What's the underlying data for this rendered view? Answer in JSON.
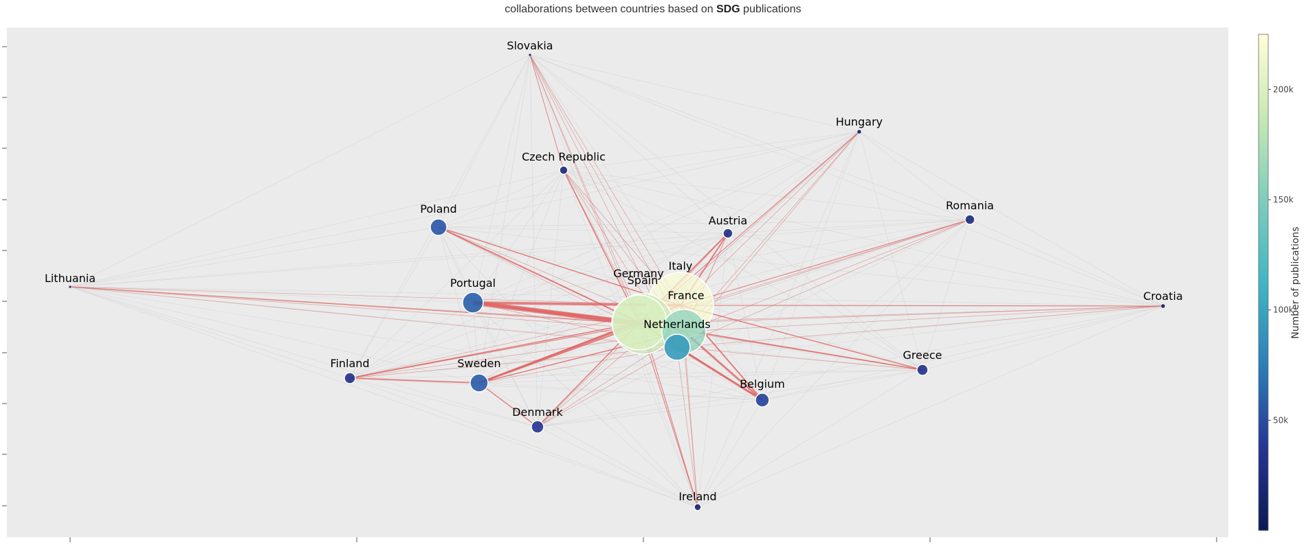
{
  "title": {
    "prefix": "collaborations between countries based on ",
    "bold": "SDG",
    "suffix": " publications"
  },
  "colorbar": {
    "title": "Number of publications",
    "ticks": [
      {
        "label": "50k",
        "value": 50000
      },
      {
        "label": "100k",
        "value": 100000
      },
      {
        "label": "150k",
        "value": 150000
      },
      {
        "label": "200k",
        "value": 200000
      }
    ],
    "min": 0,
    "max": 225000,
    "colors": [
      "#0b1a52",
      "#253494",
      "#2c7fb8",
      "#41b6c4",
      "#7fcdbb",
      "#c7e9b4",
      "#ffffd9"
    ]
  },
  "colors": {
    "plot_background": "#ebebeb",
    "strong_edge": "#e06666",
    "weak_edge": "#cccccc",
    "node_outline": "#ffffff"
  },
  "nodes": [
    {
      "id": "slovakia",
      "label": "Slovakia",
      "publications": 3000
    },
    {
      "id": "hungary",
      "label": "Hungary",
      "publications": 5000
    },
    {
      "id": "czech",
      "label": "Czech Republic",
      "publications": 22000
    },
    {
      "id": "poland",
      "label": "Poland",
      "publications": 55000
    },
    {
      "id": "austria",
      "label": "Austria",
      "publications": 28000
    },
    {
      "id": "romania",
      "label": "Romania",
      "publications": 25000
    },
    {
      "id": "lithuania",
      "label": "Lithuania",
      "publications": 2000
    },
    {
      "id": "portugal",
      "label": "Portugal",
      "publications": 60000
    },
    {
      "id": "germany",
      "label": "Germany",
      "publications": 200000
    },
    {
      "id": "italy",
      "label": "Italy",
      "publications": 220000
    },
    {
      "id": "spain",
      "label": "Spain",
      "publications": 190000
    },
    {
      "id": "france",
      "label": "France",
      "publications": 155000
    },
    {
      "id": "netherlands",
      "label": "Netherlands",
      "publications": 95000
    },
    {
      "id": "croatia",
      "label": "Croatia",
      "publications": 3000
    },
    {
      "id": "finland",
      "label": "Finland",
      "publications": 32000
    },
    {
      "id": "sweden",
      "label": "Sweden",
      "publications": 58000
    },
    {
      "id": "greece",
      "label": "Greece",
      "publications": 33000
    },
    {
      "id": "belgium",
      "label": "Belgium",
      "publications": 45000
    },
    {
      "id": "denmark",
      "label": "Denmark",
      "publications": 38000
    },
    {
      "id": "ireland",
      "label": "Ireland",
      "publications": 15000
    }
  ]
}
